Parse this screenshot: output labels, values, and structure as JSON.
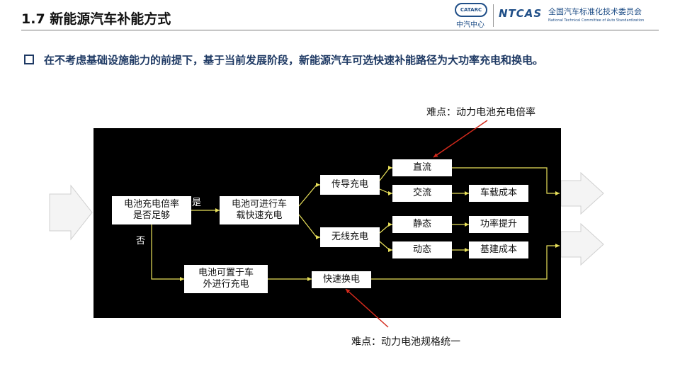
{
  "header": {
    "title": "1.7 新能源汽车补能方式",
    "logo1_mark": "CATARC",
    "logo1_text": "中汽中心",
    "logo2_mark": "NTCAS",
    "logo2_name": "全国汽车标准化技术委员会",
    "logo2_en": "National Technical Committee of Auto Standardization"
  },
  "bullet": "在不考虑基础设施能力的前提下，基于当前发展阶段，新能源汽车可选快速补能路径为大功率充电和换电。",
  "diagram": {
    "nodes": {
      "rate_question": "电池充电倍率\n是否足够",
      "onboard_charge": "电池可进行车\n载快速充电",
      "conductive": "传导充电",
      "wireless": "无线充电",
      "dc": "直流",
      "ac": "交流",
      "static": "静态",
      "dynamic": "动态",
      "onboard_cost": "车载成本",
      "power_increase": "功率提升",
      "infra_cost": "基建成本",
      "offboard_charge": "电池可置于车\n外进行充电",
      "swap": "快速换电"
    },
    "yes_label": "是",
    "no_label": "否"
  },
  "notes": {
    "top": "难点：动力电池充电倍率",
    "bottom": "难点：动力电池规格统一"
  }
}
